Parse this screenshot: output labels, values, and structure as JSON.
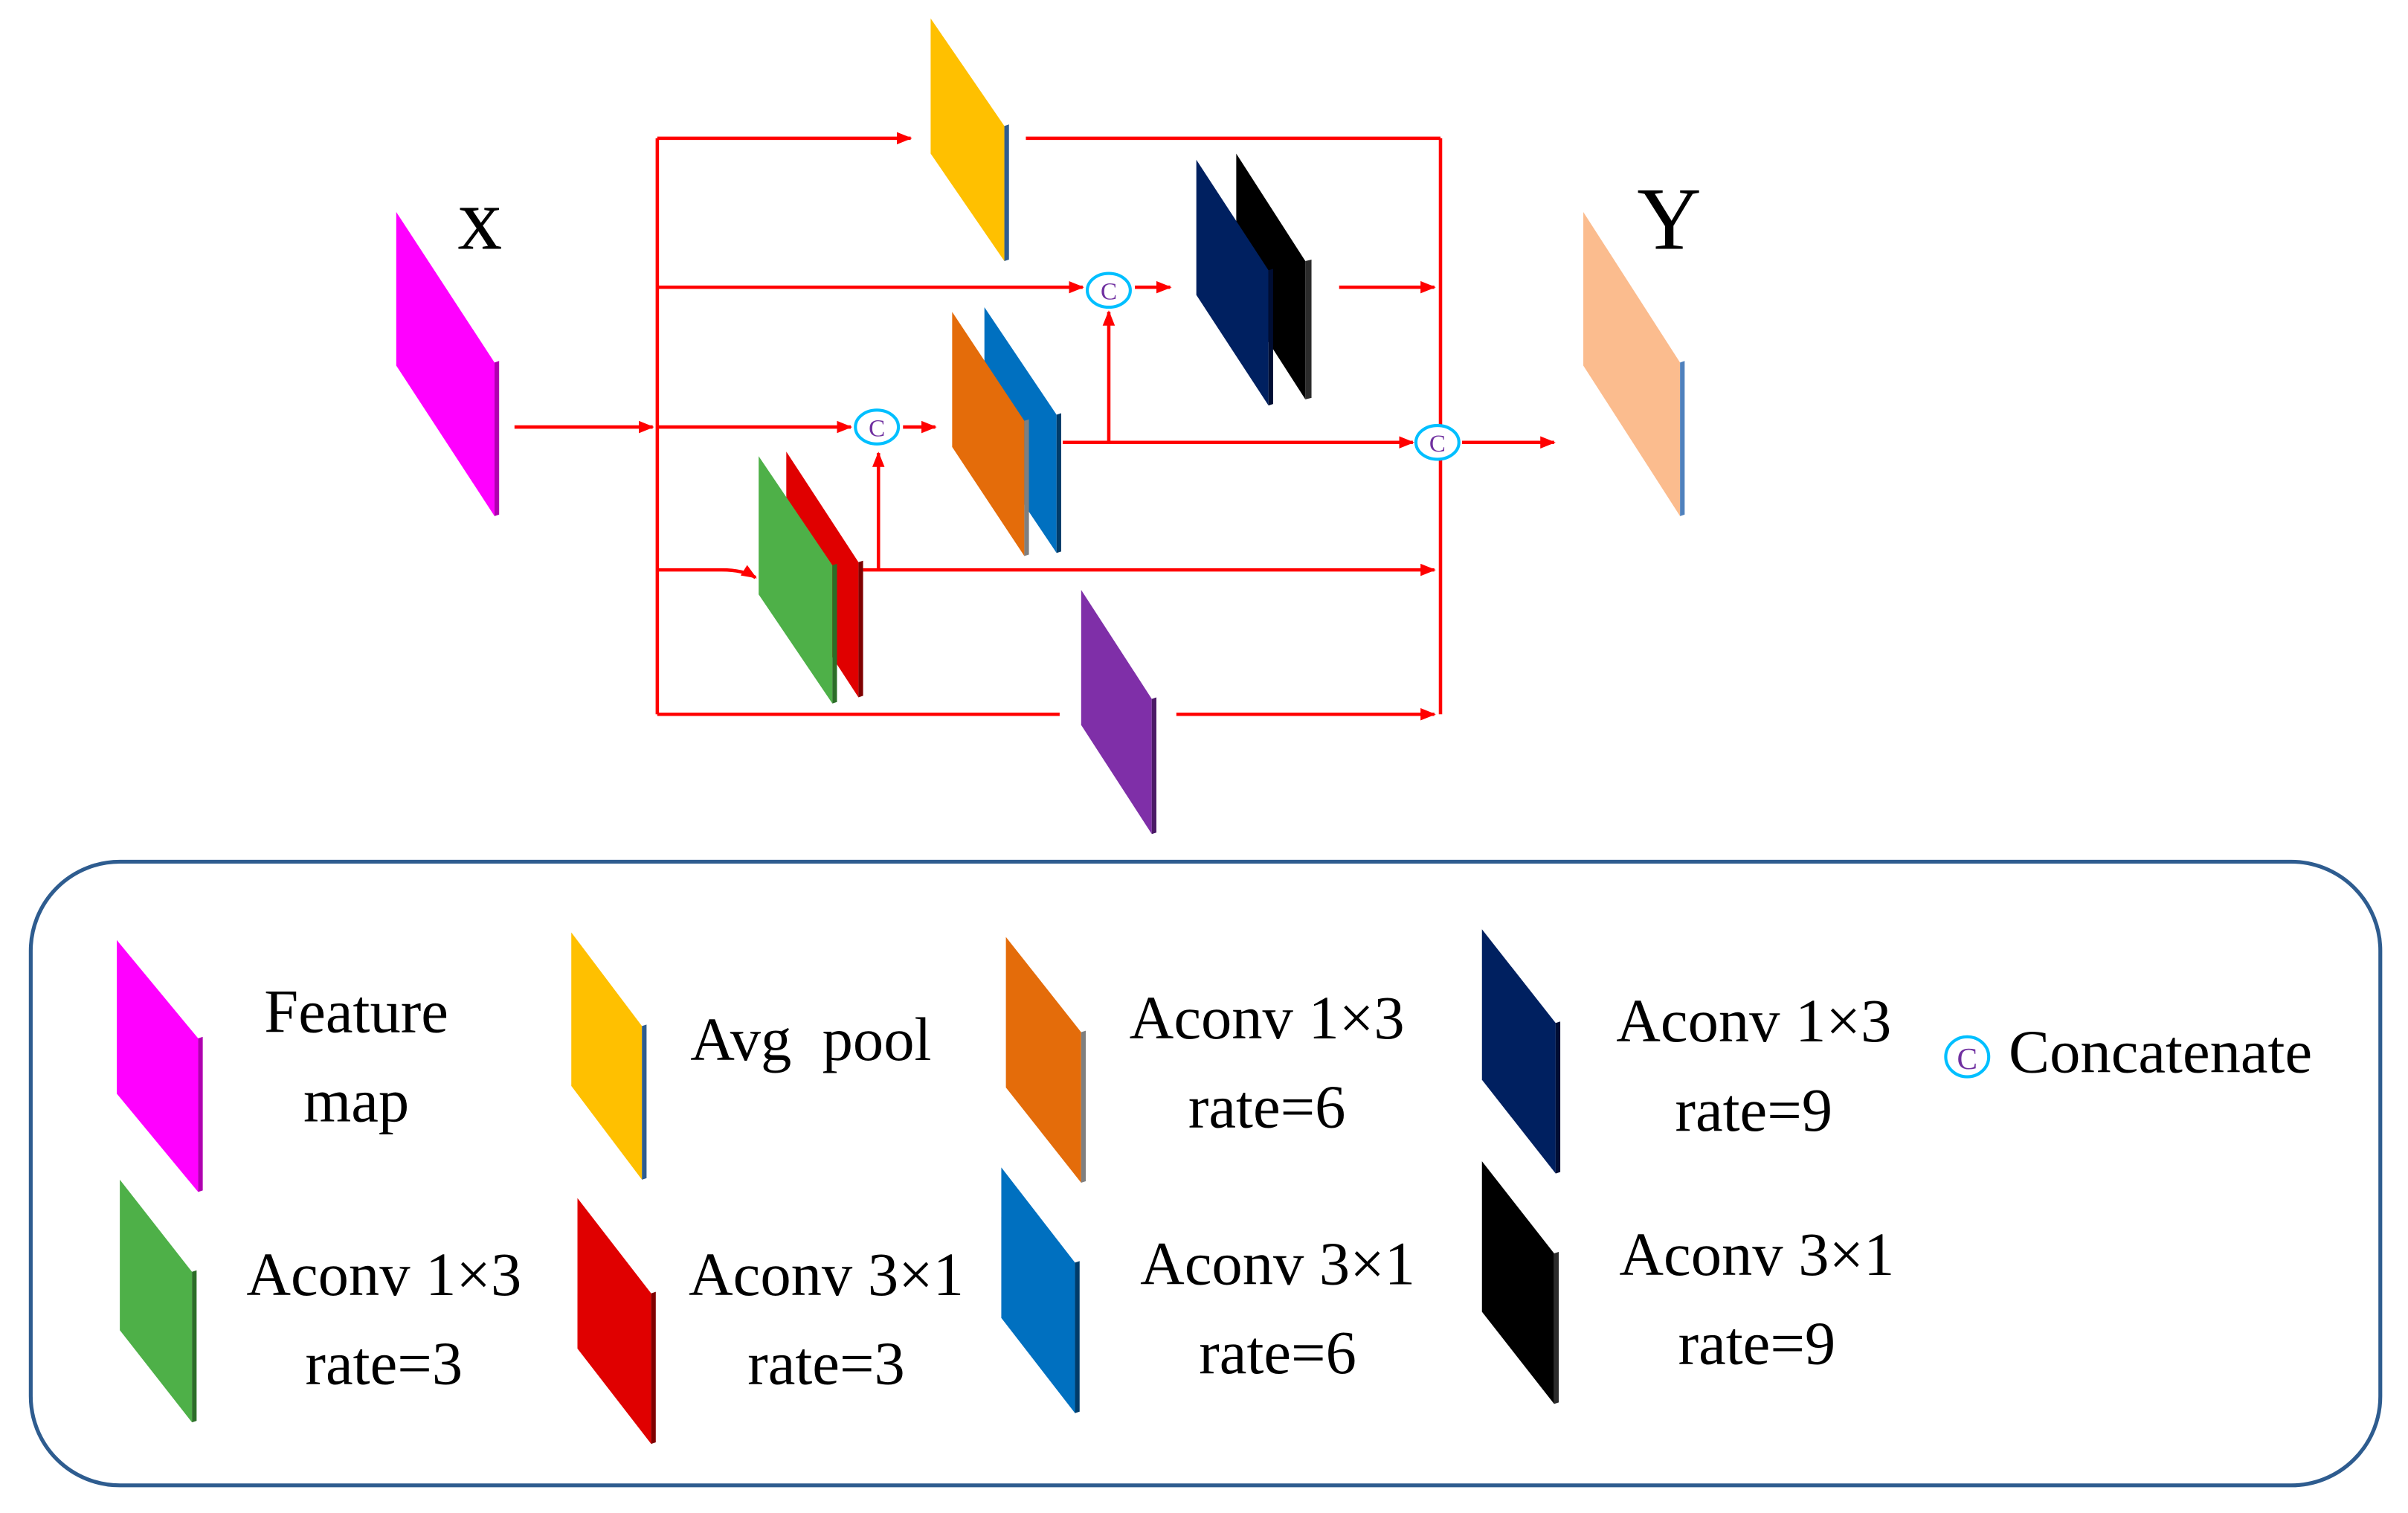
{
  "diagram": {
    "input_label": "x",
    "output_label": "Y",
    "concat_symbol": "C",
    "line_color": "#ff0000",
    "concat_ring_color": "#00bfff",
    "concat_text_color": "#7030a0"
  },
  "legend": {
    "border_color": "#2e5c8f",
    "items": [
      {
        "id": "feature-map",
        "line1": "Feature",
        "line2": "map",
        "color": "#ff00ff",
        "edge": "#b000b0"
      },
      {
        "id": "avg-pool",
        "line1": "Avg  pool",
        "line2": "",
        "color": "#ffc000",
        "edge": "#2e5c8f"
      },
      {
        "id": "aconv-1x3-r6",
        "line1": "Aconv 1×3",
        "line2": "rate=6",
        "color": "#e46c0a",
        "edge": "#7f7f7f"
      },
      {
        "id": "aconv-1x3-r9",
        "line1": "Aconv 1×3",
        "line2": "rate=9",
        "color": "#002060",
        "edge": "#000d33"
      },
      {
        "id": "concatenate",
        "line1": "Concatenate",
        "line2": ""
      },
      {
        "id": "aconv-1x3-r3",
        "line1": "Aconv 1×3",
        "line2": "rate=3",
        "color": "#4eb048",
        "edge": "#2b6e27"
      },
      {
        "id": "aconv-3x1-r3",
        "line1": "Aconv 3×1",
        "line2": "rate=3",
        "color": "#e00000",
        "edge": "#800000"
      },
      {
        "id": "aconv-3x1-r6",
        "line1": "Aconv 3×1",
        "line2": "rate=6",
        "color": "#0070c0",
        "edge": "#003c6a"
      },
      {
        "id": "aconv-3x1-r9",
        "line1": "Aconv 3×1",
        "line2": "rate=9",
        "color": "#000000",
        "edge": "#2b2b2b"
      }
    ]
  }
}
